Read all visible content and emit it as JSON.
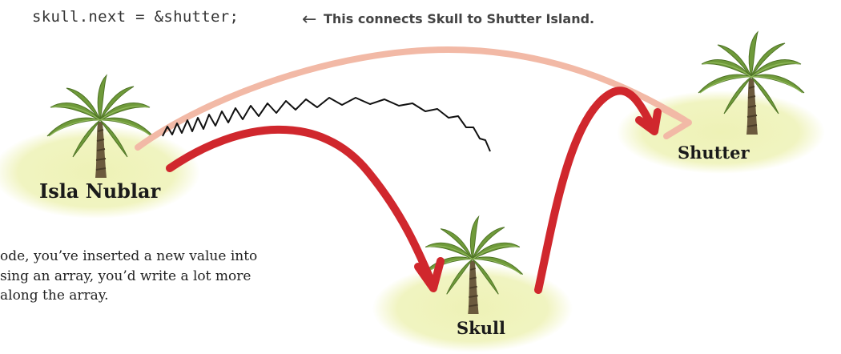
{
  "code": {
    "statement": "skull.next = &shutter;",
    "annotation": "This connects Skull to Shutter Island."
  },
  "islands": {
    "isla_nublar": "Isla Nublar",
    "shutter": "Shutter",
    "skull": "Skull"
  },
  "body_text": {
    "line1": "ode, you’ve inserted a new value into",
    "line2": "sing an array, you’d write a lot more",
    "line3": "along the array."
  },
  "colors": {
    "red_arrow": "#d0272d",
    "pink_arrow": "#f2b9a6",
    "island_ground": "#eef2b6",
    "palm_green": "#6f9a3a",
    "trunk": "#6b5a3d"
  },
  "icons": {
    "palm": "palm-tree-icon",
    "arrow": "hand-drawn-arrow"
  }
}
